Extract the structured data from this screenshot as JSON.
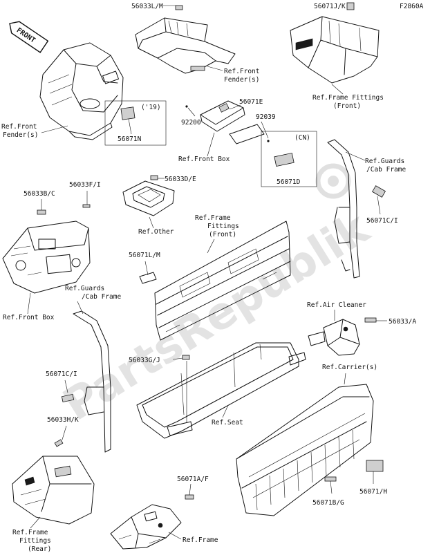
{
  "diagram_code": "F2860A",
  "front_badge": "FRONT",
  "watermark": "PartsRepublik",
  "labels": {
    "l_56033LM": "56033L/M",
    "l_56071JK": "56071J/K",
    "l_ref_front_fenders_1a": "Ref.Front",
    "l_ref_front_fenders_1b": "Fender(s)",
    "l_ref_frame_fittings_front_a": "Ref.Frame Fittings",
    "l_ref_frame_fittings_front_b": "(Front)",
    "l_19": "('19)",
    "l_56071N": "56071N",
    "l_ref_front_fenders_2a": "Ref.Front",
    "l_ref_front_fenders_2b": "Fender(s)",
    "l_92200": "92200",
    "l_56071E": "56071E",
    "l_92039": "92039",
    "l_ref_front_box_1": "Ref.Front Box",
    "l_cn": "(CN)",
    "l_56071D": "56071D",
    "l_ref_guards_1a": "Ref.Guards",
    "l_ref_guards_1b": "/Cab Frame",
    "l_56033DE": "56033D/E",
    "l_56033BC": "56033B/C",
    "l_56033FI": "56033F/I",
    "l_ref_other": "Ref.Other",
    "l_ref_frame_fittings_fr_a": "Ref.Frame",
    "l_ref_frame_fittings_fr_b": "Fittings",
    "l_ref_frame_fittings_fr_c": "(Front)",
    "l_56071CI_1": "56071C/I",
    "l_56071LM": "56071L/M",
    "l_ref_front_box_2": "Ref.Front Box",
    "l_ref_guards_2a": "Ref.Guards",
    "l_ref_guards_2b": "/Cab Frame",
    "l_ref_air_cleaner": "Ref.Air Cleaner",
    "l_56033A": "56033/A",
    "l_56033GJ": "56033G/J",
    "l_56071CI_2": "56071C/I",
    "l_ref_carriers": "Ref.Carrier(s)",
    "l_ref_seat": "Ref.Seat",
    "l_56033HK": "56033H/K",
    "l_56071AF": "56071A/F",
    "l_56071BG": "56071B/G",
    "l_56071H": "56071/H",
    "l_ref_frame_fittings_rear_a": "Ref.Frame",
    "l_ref_frame_fittings_rear_b": "Fittings",
    "l_ref_frame_fittings_rear_c": "(Rear)",
    "l_ref_frame": "Ref.Frame"
  }
}
